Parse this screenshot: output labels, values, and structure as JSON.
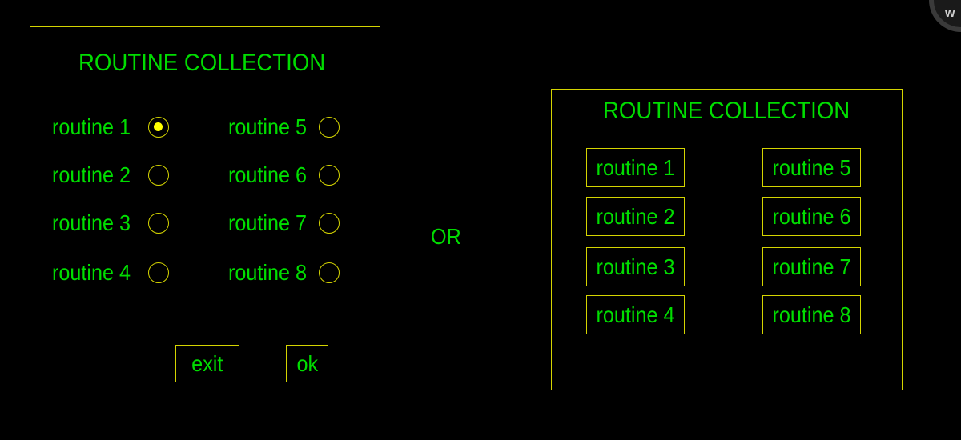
{
  "left_panel": {
    "title": "ROUTINE COLLECTION",
    "routines": [
      {
        "label": "routine 1",
        "selected": true
      },
      {
        "label": "routine 2",
        "selected": false
      },
      {
        "label": "routine 3",
        "selected": false
      },
      {
        "label": "routine 4",
        "selected": false
      },
      {
        "label": "routine 5",
        "selected": false
      },
      {
        "label": "routine 6",
        "selected": false
      },
      {
        "label": "routine 7",
        "selected": false
      },
      {
        "label": "routine 8",
        "selected": false
      }
    ],
    "exit_label": "exit",
    "ok_label": "ok"
  },
  "separator": {
    "label": "OR"
  },
  "right_panel": {
    "title": "ROUTINE COLLECTION",
    "buttons": [
      "routine 1",
      "routine 2",
      "routine 3",
      "routine 4",
      "routine 5",
      "routine 6",
      "routine 7",
      "routine 8"
    ]
  },
  "corner_logo": {
    "letter": "w"
  },
  "colors": {
    "background": "#000000",
    "text": "#00dd00",
    "border": "#d4d400",
    "radio_selected": "#ffff00"
  }
}
